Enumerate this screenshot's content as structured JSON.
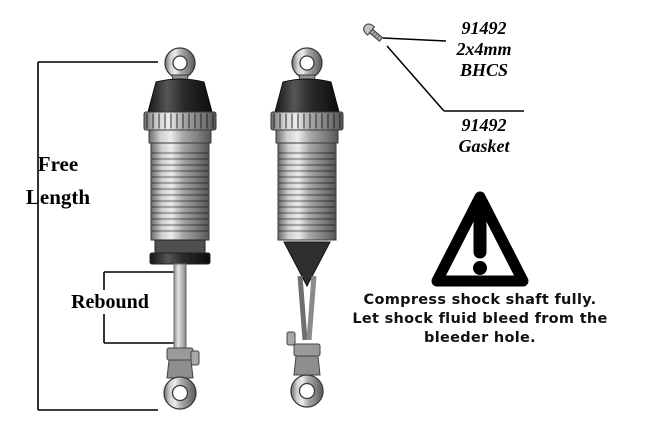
{
  "measure": {
    "free_length_line1": "Free",
    "free_length_line2": "Length",
    "rebound": "Rebound"
  },
  "parts": {
    "bhcs": {
      "number": "91492",
      "size": "2x4mm",
      "type": "BHCS"
    },
    "gasket": {
      "number": "91492",
      "type": "Gasket"
    }
  },
  "warning": {
    "line1": "Compress shock shaft fully.",
    "line2": "Let shock fluid bleed from the",
    "line3": "bleeder hole."
  },
  "icons": {
    "warning_triangle": "exclamation-warning-icon",
    "screw": "bhcs-screw-icon"
  },
  "colors": {
    "ink": "#000000",
    "background": "#ffffff",
    "metal_light": "#ececec",
    "metal_mid": "#a8a8a8",
    "metal_dark": "#575757",
    "cap_black": "#161616",
    "warning_black": "#000000"
  }
}
